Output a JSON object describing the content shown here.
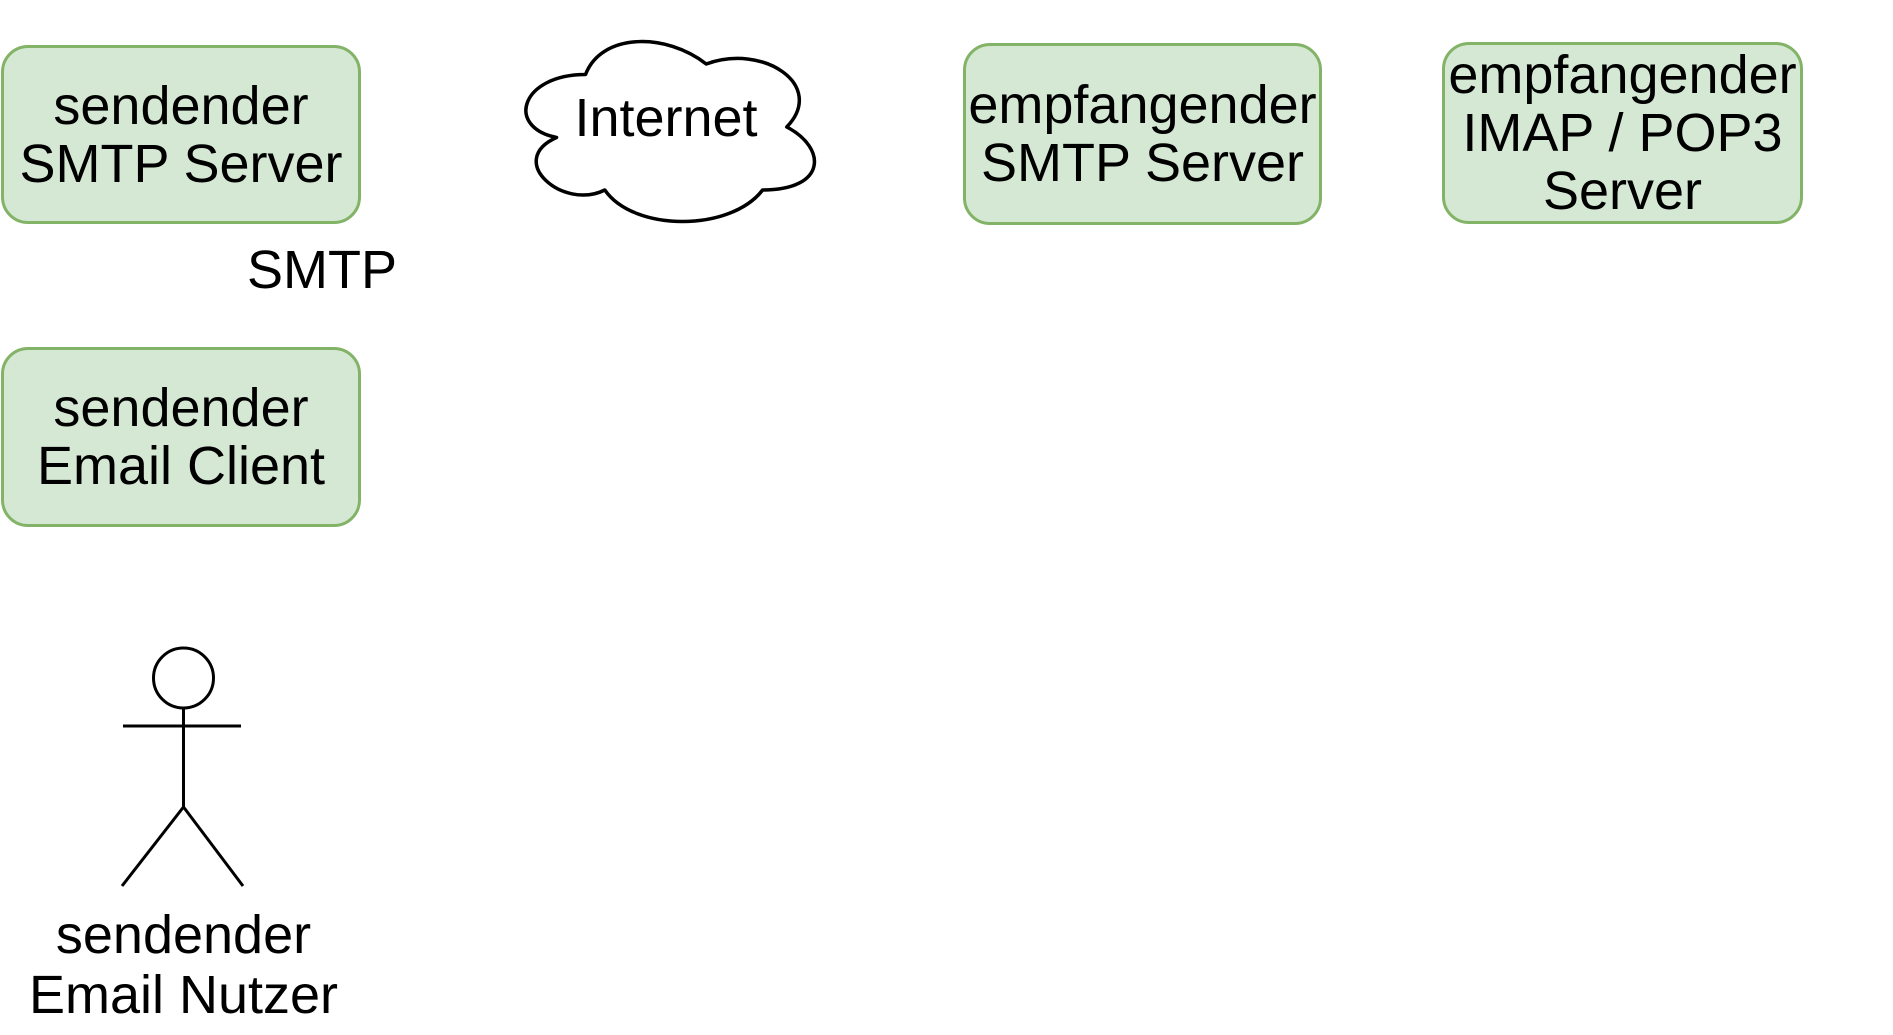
{
  "diagram": {
    "kind": "email-architecture-diagram",
    "colors": {
      "node_fill": "#d5e8d4",
      "node_stroke": "#82b366",
      "shape_stroke": "#000000",
      "text": "#000000",
      "background": "#ffffff"
    },
    "nodes": {
      "sender_smtp_server": {
        "lines": [
          "sendender",
          "SMTP Server"
        ]
      },
      "internet": {
        "label": "Internet"
      },
      "receiver_smtp_server": {
        "lines": [
          "empfangender",
          "SMTP Server"
        ]
      },
      "receiver_imap_pop3_server": {
        "lines": [
          "empfangender",
          "IMAP / POP3",
          "Server"
        ]
      },
      "sender_email_client": {
        "lines": [
          "sendender",
          "Email Client"
        ]
      },
      "sender_email_user": {
        "lines": [
          "sendender",
          "Email Nutzer"
        ]
      }
    },
    "labels": {
      "smtp": "SMTP"
    }
  }
}
